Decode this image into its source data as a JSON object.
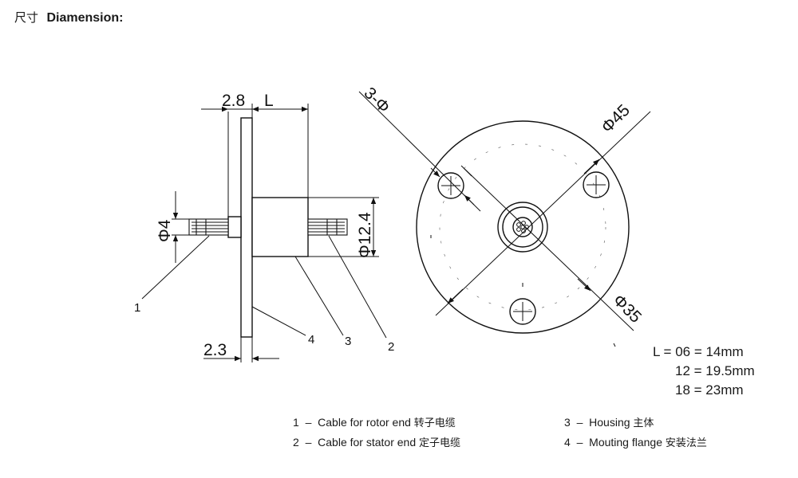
{
  "header": {
    "title_zh": "尺寸",
    "title_en": "Diamension:"
  },
  "side_view": {
    "dims": {
      "flange_thickness": "2.8",
      "length": "L",
      "shaft_diameter": "Φ4",
      "housing_diameter": "Φ12.4",
      "offset": "2.3"
    },
    "callouts": [
      "1",
      "4",
      "3",
      "2"
    ]
  },
  "front_view": {
    "dims": {
      "holes": "3-Φ",
      "outer_diameter": "Φ45",
      "pcd": "Φ35"
    }
  },
  "length_table": {
    "row1": "L = 06 = 14mm",
    "row2": "12 = 19.5mm",
    "row3": "18 = 23mm"
  },
  "legend": [
    {
      "num": "1",
      "dash": "–",
      "text_en": "Cable for rotor end",
      "text_zh": "转子电缆"
    },
    {
      "num": "2",
      "dash": "–",
      "text_en": "Cable for stator end",
      "text_zh": "定子电缆"
    },
    {
      "num": "3",
      "dash": "–",
      "text_en": "Housing",
      "text_zh": "主体"
    },
    {
      "num": "4",
      "dash": "–",
      "text_en": "Mouting flange",
      "text_zh": "安装法兰"
    }
  ]
}
